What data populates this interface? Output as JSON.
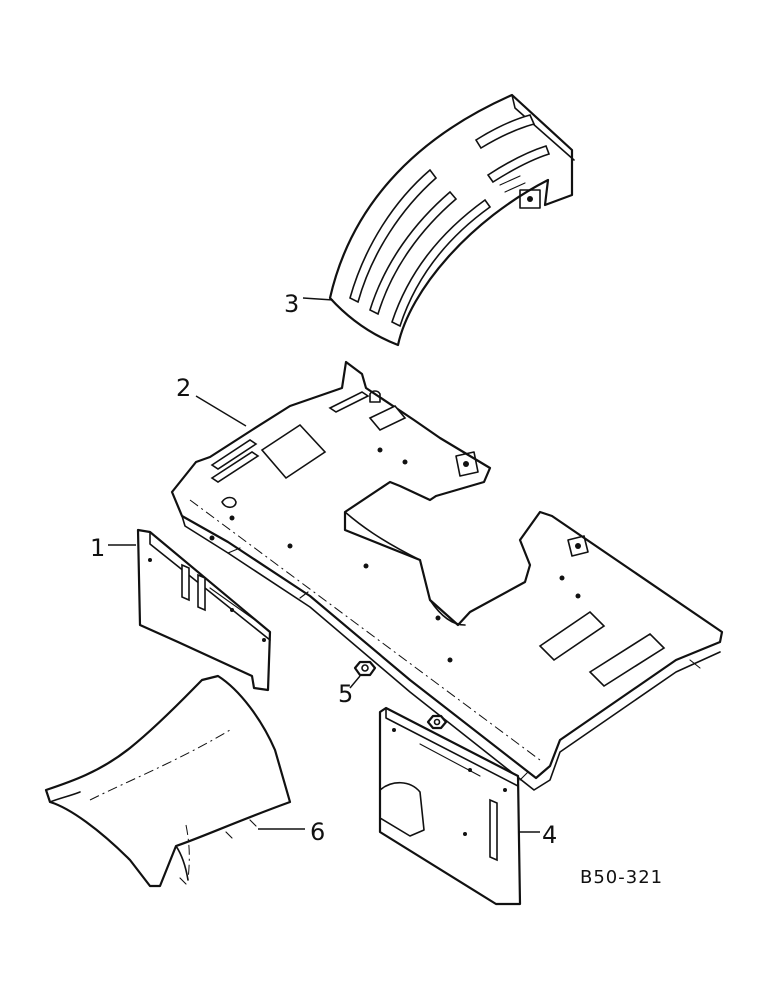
{
  "callouts": {
    "c1": "1",
    "c2": "2",
    "c3": "3",
    "c4": "4",
    "c5": "5",
    "c6": "6"
  },
  "reference_code": "B50-321"
}
